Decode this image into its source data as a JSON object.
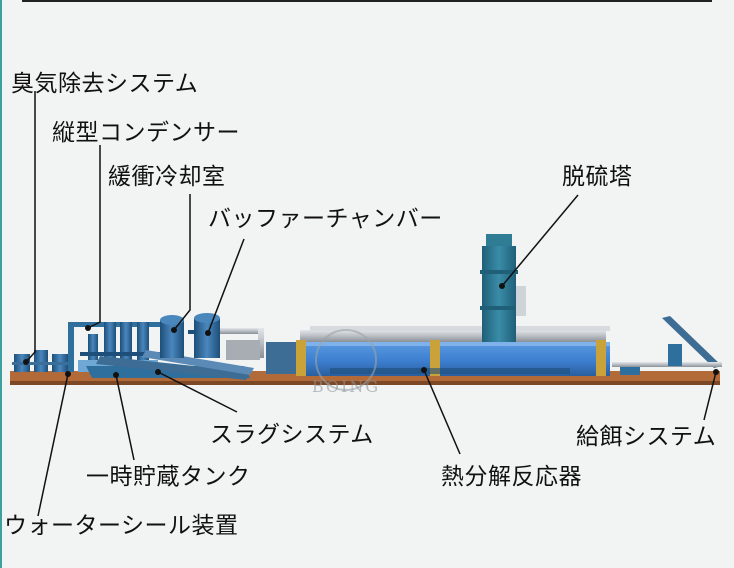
{
  "labels": {
    "deodorization": "臭気除去システム",
    "vertical_condenser": "縦型コンデンサー",
    "buffer_cooling": "緩衝冷却室",
    "buffer_chamber": "バッファーチャンバー",
    "desulfurization": "脱硫塔",
    "slag_system": "スラグシステム",
    "temp_storage_tank": "一時貯蔵タンク",
    "water_seal": "ウォーターシール装置",
    "pyrolysis_reactor": "熱分解反応器",
    "feeding_system": "給餌システム"
  },
  "watermark": "BOING",
  "colors": {
    "steel_blue": "#2f6f9e",
    "dark_blue": "#1d4f7a",
    "light_blue": "#6fa8d4",
    "reactor_blue": "#3d7fd0",
    "base_rust": "#b26a38",
    "silver": "#c9ced3",
    "tower_teal": "#2f7d95",
    "leader_line": "#111111"
  },
  "icons": [
    "component-pointer-dot"
  ]
}
